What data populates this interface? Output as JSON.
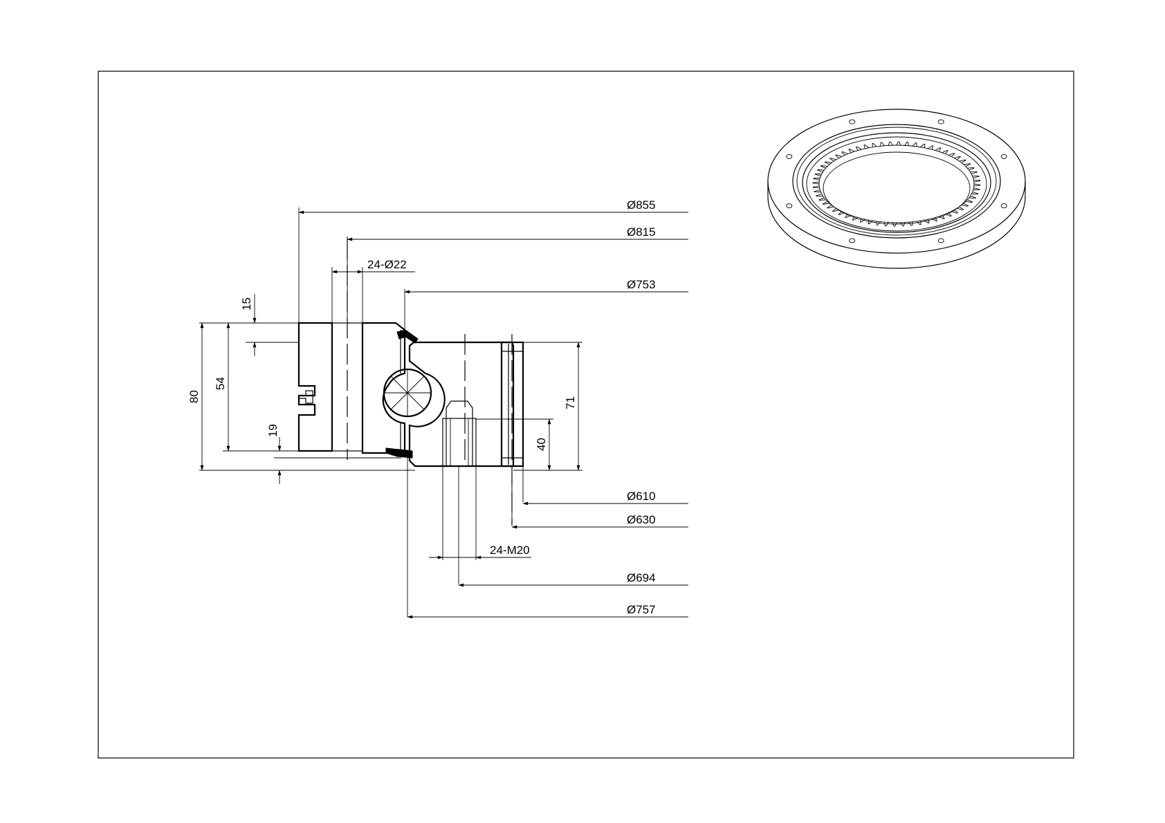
{
  "drawing": {
    "dimensions": {
      "d855": "Ø855",
      "d815": "Ø815",
      "holes": "24-Ø22",
      "d753": "Ø753",
      "d610": "Ø610",
      "d630": "Ø630",
      "threads": "24-M20",
      "d694": "Ø694",
      "d757": "Ø757",
      "h15": "15",
      "h80": "80",
      "h54": "54",
      "h19": "19",
      "h71": "71",
      "h40": "40"
    },
    "colors": {
      "line": "#000000",
      "background": "#ffffff",
      "seal": "#000000"
    }
  }
}
